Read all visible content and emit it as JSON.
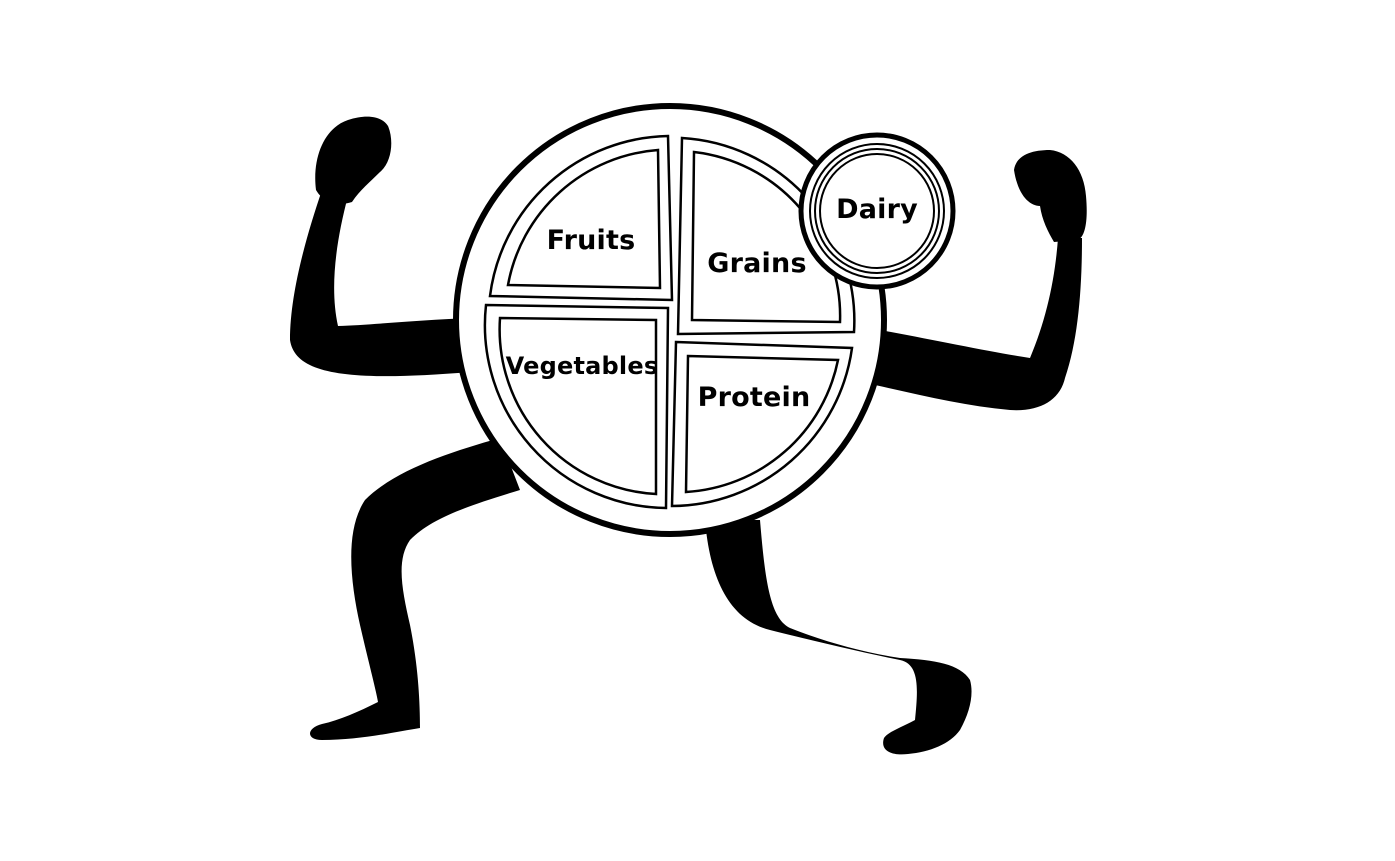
{
  "plate": {
    "sections": [
      {
        "id": "fruits",
        "label": "Fruits"
      },
      {
        "id": "grains",
        "label": "Grains"
      },
      {
        "id": "vegetables",
        "label": "Vegetables"
      },
      {
        "id": "protein",
        "label": "Protein"
      }
    ]
  },
  "cup": {
    "label": "Dairy"
  },
  "colors": {
    "ink": "#000000",
    "paper": "#ffffff"
  }
}
